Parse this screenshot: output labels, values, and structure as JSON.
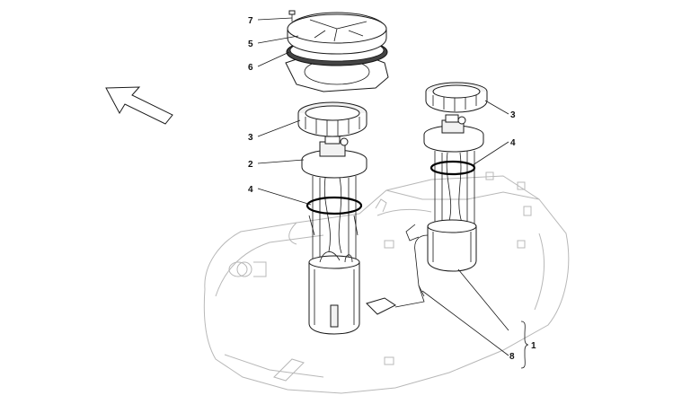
{
  "diagram": {
    "callouts": [
      {
        "id": "c7",
        "label": "7"
      },
      {
        "id": "c5",
        "label": "5"
      },
      {
        "id": "c6",
        "label": "6"
      },
      {
        "id": "c3a",
        "label": "3"
      },
      {
        "id": "c2",
        "label": "2"
      },
      {
        "id": "c4a",
        "label": "4"
      },
      {
        "id": "c3b",
        "label": "3"
      },
      {
        "id": "c4b",
        "label": "4"
      },
      {
        "id": "c1",
        "label": "1"
      },
      {
        "id": "c8",
        "label": "8"
      }
    ],
    "icons": {
      "direction_arrow": "arrow-up-left-icon"
    }
  }
}
